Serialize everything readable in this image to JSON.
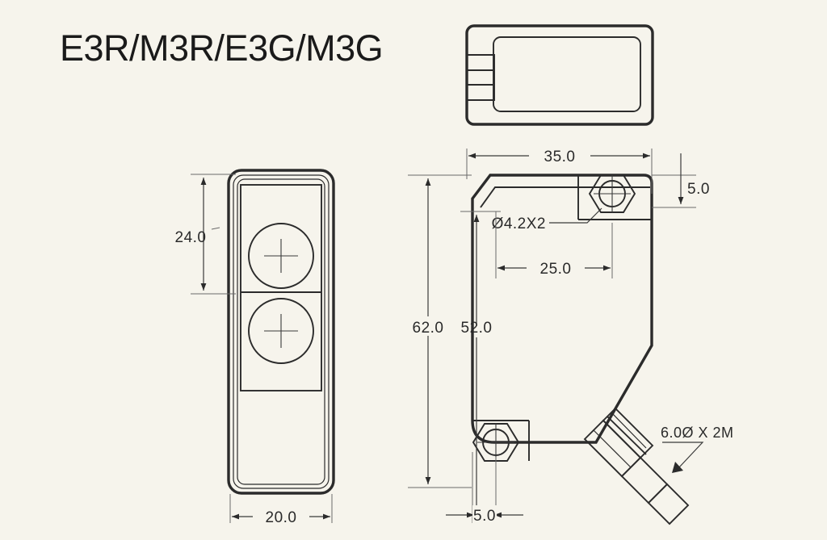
{
  "drawing": {
    "title": "E3R/M3R/E3G/M3G",
    "background_color": "#f6f4ec",
    "line_color": "#2b2b2b",
    "views": {
      "top": {
        "name": "top-view"
      },
      "front": {
        "name": "front-view"
      },
      "side": {
        "name": "side-view"
      }
    }
  },
  "dimensions": {
    "front_height": "24.0",
    "front_width": "20.0",
    "side_width": "35.0",
    "side_top_offset": "5.0",
    "side_hole_spacing": "25.0",
    "side_total_height": "62.0",
    "side_inner_height": "52.0",
    "side_bottom_offset": "5.0",
    "hole_callout": "Ø4.2X2",
    "cable_callout": "6.0Ø X 2M"
  }
}
